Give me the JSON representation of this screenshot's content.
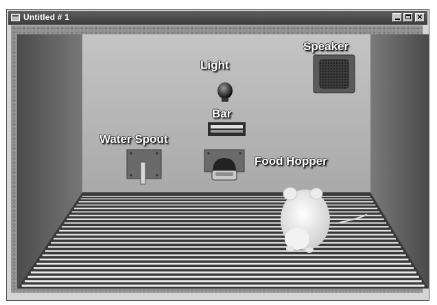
{
  "window": {
    "title": "Untitled # 1",
    "minimize_icon": "minimize-icon",
    "maximize_icon": "maximize-icon",
    "close_icon": "close-icon",
    "close_glyph": "✕"
  },
  "scene": {
    "labels": {
      "light": "Light",
      "bar": "Bar",
      "water_spout": "Water Spout",
      "food_hopper": "Food Hopper",
      "speaker": "Speaker"
    }
  },
  "colors": {
    "titlebar": "#4a4a4a",
    "back_wall": "#b9b9b9",
    "floor_bar": "#e8e8e8",
    "rat": "#f4f4f4"
  }
}
